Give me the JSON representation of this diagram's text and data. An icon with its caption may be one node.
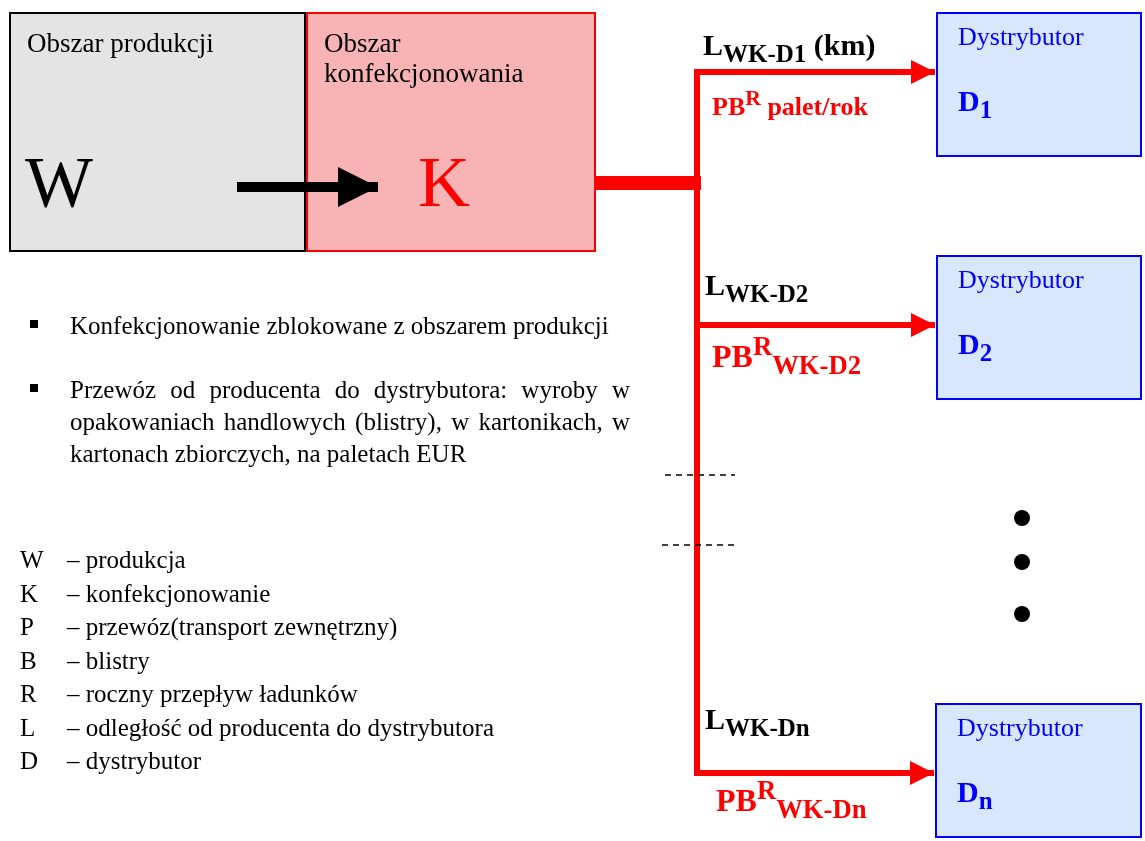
{
  "diagram": {
    "nodes": [
      {
        "text": [
          "Obszar produkcji",
          "W"
        ]
      },
      {
        "text": [
          "Obszar konfekcjonowania",
          "K"
        ]
      },
      {
        "text": [
          "Dystrybutor",
          "D$_{1}$"
        ]
      },
      {
        "text": [
          "Dystrybutor",
          "D$_{2}$"
        ]
      },
      {
        "text": [
          "Dystrybutor",
          "D$_{n}$"
        ]
      }
    ],
    "edges": [
      {
        "from": 0,
        "to": 1,
        "arrow": "to",
        "color": "#000000"
      },
      {
        "from": 1,
        "to": 2,
        "arrow": "to",
        "label": "L$_{WK-D1}$ (km)"
      },
      {
        "from": 1,
        "to": 3,
        "arrow": "to",
        "label": "L$_{WK-D2}$"
      },
      {
        "from": 1,
        "to": 4,
        "arrow": "to",
        "label": "L$_{WK-Dn}$"
      }
    ],
    "labels": [
      "Konfekcjonowanie zblokowane z obszarem produkcji",
      "Przewóz od producenta do dystrybutora: wyroby w opakowaniach handlowych (blistry), w kartonikach, w kartonach zbiorczych, na paletach EUR",
      "W",
      "– produkcja",
      "K",
      "– konfekcjonowanie",
      "P",
      "– przewóz(transport zewnętrzny)",
      "B",
      "– blistry",
      "R",
      "– roczny przepływ ładunków",
      "L",
      "– odległość od producenta do dystrybutora",
      "D",
      "– dystrybutor",
      "PB$^{R}$ palet/rok",
      "PB$^{R}$$_{WK-D2}$",
      "PB$^{R}$$_{WK-Dn}$"
    ]
  }
}
